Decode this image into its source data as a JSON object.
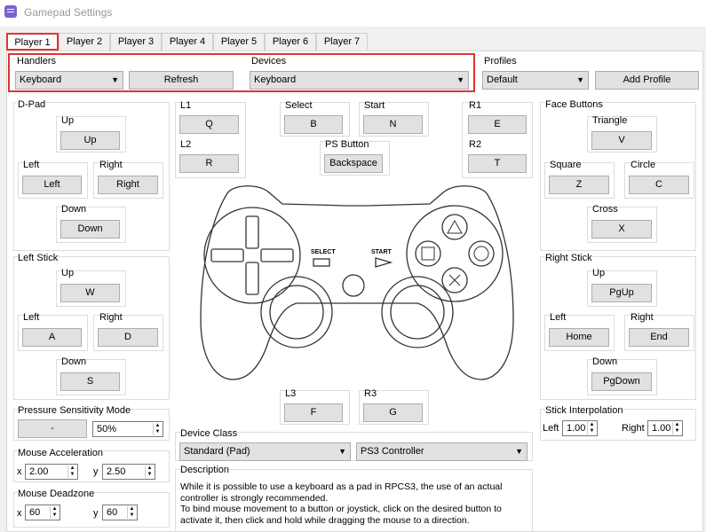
{
  "window": {
    "title": "Gamepad Settings"
  },
  "tabs": [
    "Player 1",
    "Player 2",
    "Player 3",
    "Player 4",
    "Player 5",
    "Player 6",
    "Player 7"
  ],
  "handlers": {
    "label": "Handlers",
    "value": "Keyboard",
    "refresh": "Refresh"
  },
  "devices": {
    "label": "Devices",
    "value": "Keyboard"
  },
  "profiles": {
    "label": "Profiles",
    "value": "Default",
    "add": "Add Profile"
  },
  "dpad": {
    "label": "D-Pad",
    "up_label": "Up",
    "up": "Up",
    "left_label": "Left",
    "left": "Left",
    "right_label": "Right",
    "right": "Right",
    "down_label": "Down",
    "down": "Down"
  },
  "shoulders": {
    "l1_label": "L1",
    "l1": "Q",
    "l2_label": "L2",
    "l2": "R",
    "r1_label": "R1",
    "r1": "E",
    "r2_label": "R2",
    "r2": "T"
  },
  "center": {
    "select_label": "Select",
    "select": "B",
    "start_label": "Start",
    "start": "N",
    "ps_label": "PS Button",
    "ps": "Backspace",
    "l3_label": "L3",
    "l3": "F",
    "r3_label": "R3",
    "r3": "G"
  },
  "controller": {
    "select_text": "SELECT",
    "start_text": "START"
  },
  "face": {
    "label": "Face Buttons",
    "triangle_label": "Triangle",
    "triangle": "V",
    "square_label": "Square",
    "square": "Z",
    "circle_label": "Circle",
    "circle": "C",
    "cross_label": "Cross",
    "cross": "X"
  },
  "left_stick": {
    "label": "Left Stick",
    "up_label": "Up",
    "up": "W",
    "left_label": "Left",
    "left": "A",
    "right_label": "Right",
    "right": "D",
    "down_label": "Down",
    "down": "S"
  },
  "right_stick": {
    "label": "Right Stick",
    "up_label": "Up",
    "up": "PgUp",
    "left_label": "Left",
    "left": "Home",
    "right_label": "Right",
    "right": "End",
    "down_label": "Down",
    "down": "PgDown"
  },
  "pressure": {
    "label": "Pressure Sensitivity Mode",
    "button": "-",
    "value": "50%"
  },
  "mouse_accel": {
    "label": "Mouse Acceleration",
    "x_label": "x",
    "x": "2.00",
    "y_label": "y",
    "y": "2.50"
  },
  "mouse_dead": {
    "label": "Mouse Deadzone",
    "x_label": "x",
    "x": "60",
    "y_label": "y",
    "y": "60"
  },
  "device_class": {
    "label": "Device Class",
    "value": "Standard (Pad)",
    "controller": "PS3 Controller"
  },
  "description": {
    "label": "Description",
    "text": "While it is possible to use a keyboard as a pad in RPCS3, the use of an actual controller is strongly recommended.\nTo bind mouse movement to a button or joystick, click on the desired button to activate it, then click and hold while dragging the mouse to a direction."
  },
  "stick_interp": {
    "label": "Stick Interpolation",
    "left_label": "Left",
    "left": "1.00",
    "right_label": "Right",
    "right": "1.00"
  }
}
